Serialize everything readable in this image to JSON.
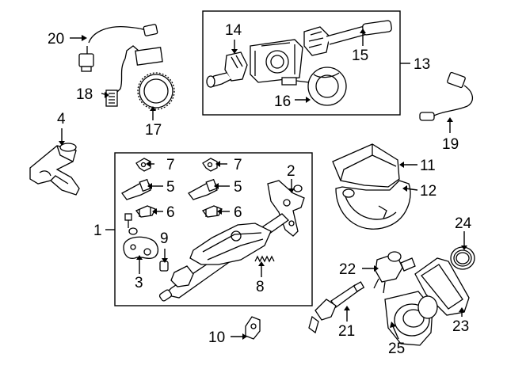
{
  "callouts": {
    "c1": "1",
    "c2": "2",
    "c3": "3",
    "c4": "4",
    "c5a": "5",
    "c5b": "5",
    "c6a": "6",
    "c6b": "6",
    "c7a": "7",
    "c7b": "7",
    "c8": "8",
    "c9": "9",
    "c10": "10",
    "c11": "11",
    "c12": "12",
    "c13": "13",
    "c14": "14",
    "c15": "15",
    "c16": "16",
    "c17": "17",
    "c18": "18",
    "c19": "19",
    "c20": "20",
    "c21": "21",
    "c22": "22",
    "c23": "23",
    "c24": "24",
    "c25": "25"
  }
}
